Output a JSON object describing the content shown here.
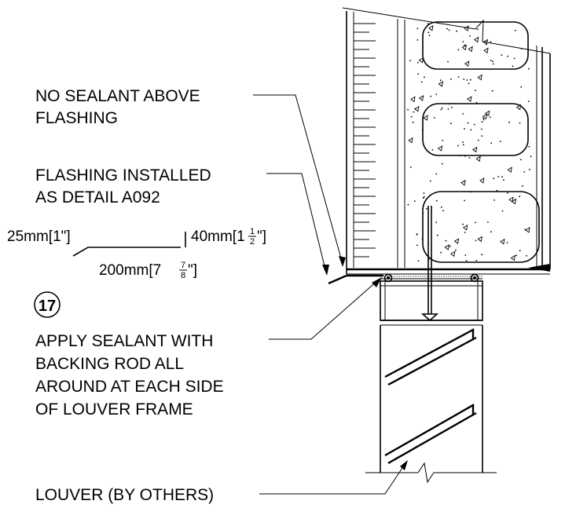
{
  "notes": {
    "no_sealant": [
      "NO SEALANT ABOVE",
      "FLASHING"
    ],
    "flashing_installed": [
      "FLASHING INSTALLED",
      "AS DETAIL A092"
    ],
    "apply_sealant": [
      "APPLY SEALANT WITH",
      "BACKING ROD ALL",
      "AROUND AT EACH SIDE",
      "OF LOUVER FRAME"
    ],
    "louver": [
      "LOUVER (BY OTHERS)"
    ]
  },
  "dimensions": {
    "left_leg": "25mm[1\"]",
    "right_leg_prefix": "40mm[1",
    "right_leg_frac_num": "1",
    "right_leg_frac_den": "2",
    "right_leg_suffix": "\"]",
    "bottom_prefix": "200mm[7",
    "bottom_frac_num": "7",
    "bottom_frac_den": "8",
    "bottom_suffix": "\"]"
  },
  "detail_number": "17"
}
